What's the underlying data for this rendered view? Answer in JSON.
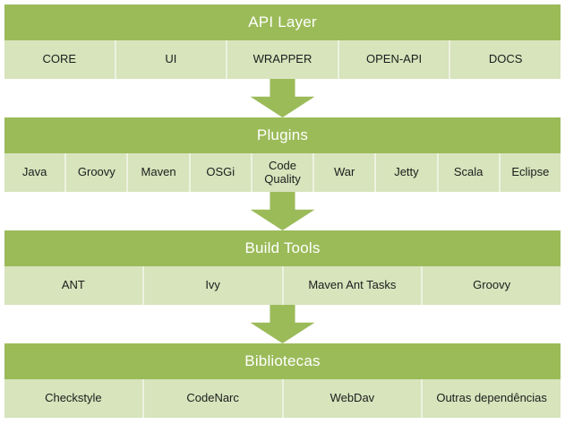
{
  "colors": {
    "header_green": "#9BBB59",
    "cell_green": "#D7E4BC",
    "divider_light": "#EDF2E0",
    "arrow_green": "#9BBB59",
    "header_text": "#FFFFFF",
    "cell_text": "#1C1C1C",
    "background": "#FFFFFF"
  },
  "diagram": {
    "sections": [
      {
        "title": "API Layer",
        "items": [
          "CORE",
          "UI",
          "WRAPPER",
          "OPEN-API",
          "DOCS"
        ]
      },
      {
        "title": "Plugins",
        "items": [
          "Java",
          "Groovy",
          "Maven",
          "OSGi",
          "Code Quality",
          "War",
          "Jetty",
          "Scala",
          "Eclipse"
        ]
      },
      {
        "title": "Build Tools",
        "items": [
          "ANT",
          "Ivy",
          "Maven Ant Tasks",
          "Groovy"
        ]
      },
      {
        "title": "Bibliotecas",
        "items": [
          "Checkstyle",
          "CodeNarc",
          "WebDav",
          "Outras dependências"
        ]
      }
    ],
    "arrow_icon": "down-block-arrow"
  }
}
